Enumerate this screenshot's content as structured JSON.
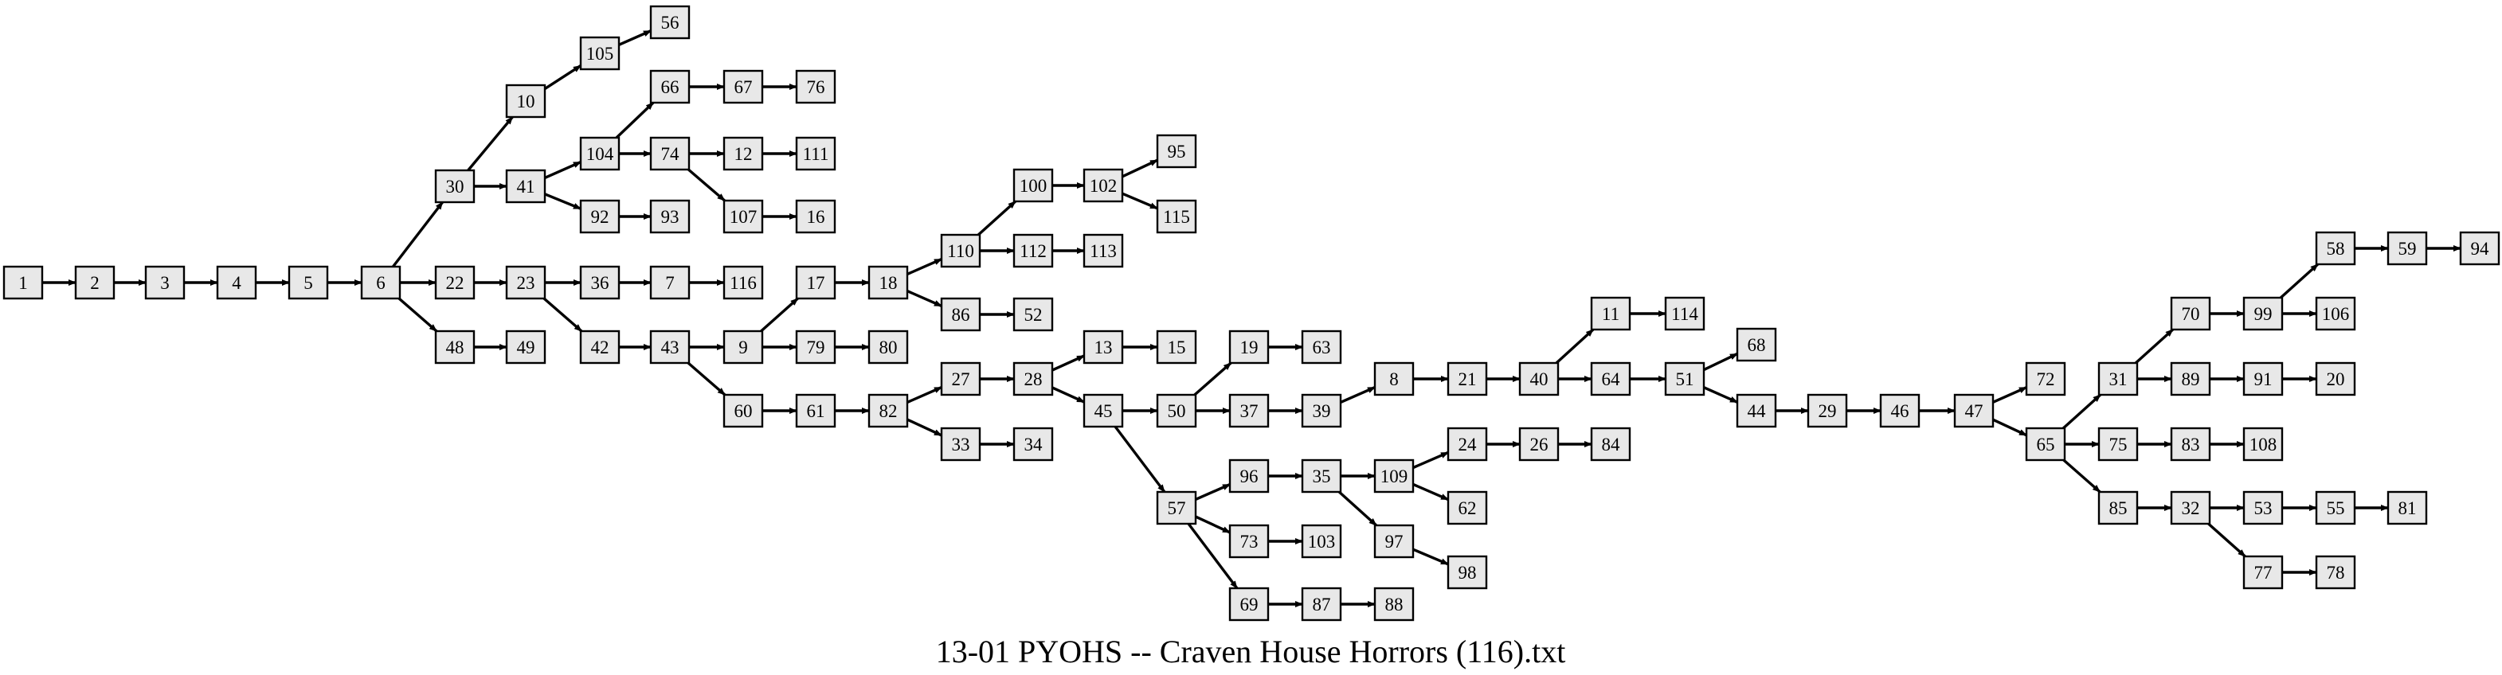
{
  "caption": "13-01 PYOHS -- Craven House Horrors (116).txt",
  "colors": {
    "node_fill": "#e8e8e8",
    "stroke": "#000000",
    "background": "#ffffff"
  },
  "nodes": [
    "1",
    "2",
    "3",
    "4",
    "5",
    "6",
    "30",
    "22",
    "48",
    "10",
    "41",
    "23",
    "49",
    "105",
    "104",
    "92",
    "36",
    "42",
    "56",
    "66",
    "74",
    "93",
    "7",
    "43",
    "67",
    "12",
    "107",
    "116",
    "9",
    "60",
    "76",
    "111",
    "16",
    "17",
    "79",
    "61",
    "18",
    "80",
    "82",
    "110",
    "86",
    "27",
    "33",
    "100",
    "112",
    "52",
    "28",
    "34",
    "102",
    "113",
    "13",
    "45",
    "95",
    "115",
    "15",
    "50",
    "57",
    "19",
    "37",
    "96",
    "73",
    "69",
    "63",
    "39",
    "35",
    "103",
    "87",
    "8",
    "109",
    "97",
    "88",
    "21",
    "24",
    "62",
    "98",
    "40",
    "26",
    "11",
    "64",
    "84",
    "114",
    "51",
    "68",
    "44",
    "29",
    "46",
    "47",
    "72",
    "65",
    "31",
    "75",
    "85",
    "70",
    "89",
    "83",
    "32",
    "99",
    "91",
    "108",
    "53",
    "77",
    "58",
    "106",
    "20",
    "55",
    "78",
    "59",
    "81",
    "94"
  ],
  "edges": [
    [
      "1",
      "2"
    ],
    [
      "2",
      "3"
    ],
    [
      "3",
      "4"
    ],
    [
      "4",
      "5"
    ],
    [
      "5",
      "6"
    ],
    [
      "6",
      "30"
    ],
    [
      "6",
      "22"
    ],
    [
      "6",
      "48"
    ],
    [
      "30",
      "10"
    ],
    [
      "30",
      "41"
    ],
    [
      "22",
      "23"
    ],
    [
      "48",
      "49"
    ],
    [
      "10",
      "105"
    ],
    [
      "41",
      "104"
    ],
    [
      "41",
      "92"
    ],
    [
      "23",
      "36"
    ],
    [
      "23",
      "42"
    ],
    [
      "105",
      "56"
    ],
    [
      "104",
      "66"
    ],
    [
      "104",
      "74"
    ],
    [
      "92",
      "93"
    ],
    [
      "36",
      "7"
    ],
    [
      "42",
      "43"
    ],
    [
      "66",
      "67"
    ],
    [
      "74",
      "12"
    ],
    [
      "74",
      "107"
    ],
    [
      "7",
      "116"
    ],
    [
      "43",
      "9"
    ],
    [
      "43",
      "60"
    ],
    [
      "67",
      "76"
    ],
    [
      "12",
      "111"
    ],
    [
      "107",
      "16"
    ],
    [
      "9",
      "17"
    ],
    [
      "9",
      "79"
    ],
    [
      "60",
      "61"
    ],
    [
      "17",
      "18"
    ],
    [
      "79",
      "80"
    ],
    [
      "61",
      "82"
    ],
    [
      "18",
      "110"
    ],
    [
      "18",
      "86"
    ],
    [
      "82",
      "27"
    ],
    [
      "82",
      "33"
    ],
    [
      "110",
      "100"
    ],
    [
      "110",
      "112"
    ],
    [
      "86",
      "52"
    ],
    [
      "27",
      "28"
    ],
    [
      "33",
      "34"
    ],
    [
      "100",
      "102"
    ],
    [
      "112",
      "113"
    ],
    [
      "28",
      "13"
    ],
    [
      "28",
      "45"
    ],
    [
      "102",
      "95"
    ],
    [
      "102",
      "115"
    ],
    [
      "13",
      "15"
    ],
    [
      "45",
      "50"
    ],
    [
      "45",
      "57"
    ],
    [
      "50",
      "19"
    ],
    [
      "50",
      "37"
    ],
    [
      "57",
      "96"
    ],
    [
      "57",
      "73"
    ],
    [
      "57",
      "69"
    ],
    [
      "19",
      "63"
    ],
    [
      "37",
      "39"
    ],
    [
      "96",
      "35"
    ],
    [
      "73",
      "103"
    ],
    [
      "69",
      "87"
    ],
    [
      "39",
      "8"
    ],
    [
      "35",
      "109"
    ],
    [
      "35",
      "97"
    ],
    [
      "87",
      "88"
    ],
    [
      "8",
      "21"
    ],
    [
      "109",
      "24"
    ],
    [
      "109",
      "62"
    ],
    [
      "97",
      "98"
    ],
    [
      "21",
      "40"
    ],
    [
      "24",
      "26"
    ],
    [
      "40",
      "11"
    ],
    [
      "40",
      "64"
    ],
    [
      "26",
      "84"
    ],
    [
      "11",
      "114"
    ],
    [
      "64",
      "51"
    ],
    [
      "51",
      "68"
    ],
    [
      "51",
      "44"
    ],
    [
      "44",
      "29"
    ],
    [
      "29",
      "46"
    ],
    [
      "46",
      "47"
    ],
    [
      "47",
      "72"
    ],
    [
      "47",
      "65"
    ],
    [
      "65",
      "31"
    ],
    [
      "65",
      "75"
    ],
    [
      "65",
      "85"
    ],
    [
      "31",
      "70"
    ],
    [
      "31",
      "89"
    ],
    [
      "75",
      "83"
    ],
    [
      "85",
      "32"
    ],
    [
      "70",
      "99"
    ],
    [
      "89",
      "91"
    ],
    [
      "83",
      "108"
    ],
    [
      "32",
      "53"
    ],
    [
      "32",
      "77"
    ],
    [
      "99",
      "58"
    ],
    [
      "99",
      "106"
    ],
    [
      "91",
      "20"
    ],
    [
      "53",
      "55"
    ],
    [
      "77",
      "78"
    ],
    [
      "58",
      "59"
    ],
    [
      "55",
      "81"
    ],
    [
      "59",
      "94"
    ]
  ]
}
